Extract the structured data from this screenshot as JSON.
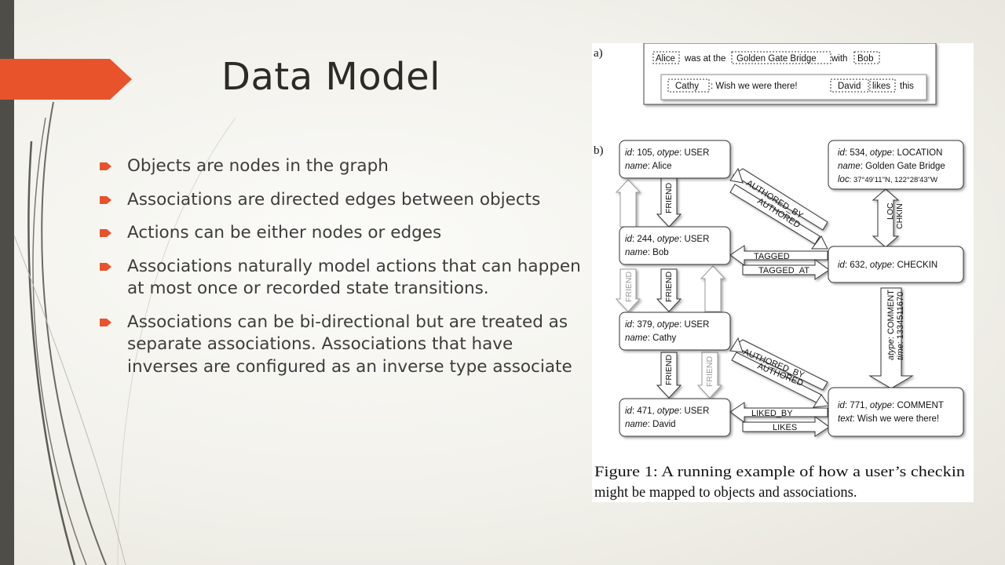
{
  "slide": {
    "title": "Data Model",
    "bullets": [
      "Objects are nodes in the graph",
      "Associations are directed edges between objects",
      "Actions can be either nodes or edges",
      "Associations naturally model actions that can happen at most once or recorded state transitions.",
      "Associations can be bi-directional but are treated as separate associations. Associations that have inverses are configured as an inverse type associate"
    ],
    "colors": {
      "accent": "#e8532b",
      "left_bar": "#4e4d47"
    }
  },
  "figure": {
    "label_a": "a)",
    "label_b": "b)",
    "part_a": {
      "line1": [
        "Alice",
        "was at the",
        "Golden Gate Bridge",
        "with",
        "Bob"
      ],
      "line2": [
        "Cathy",
        ": Wish we were there!",
        "David",
        "likes",
        "this"
      ]
    },
    "nodes": {
      "alice": {
        "l1": [
          "id",
          ": 105, ",
          "otype",
          ": USER"
        ],
        "l2": [
          "name",
          ": Alice"
        ]
      },
      "bob": {
        "l1": [
          "id",
          ": 244, ",
          "otype",
          ": USER"
        ],
        "l2": [
          "name",
          ": Bob"
        ]
      },
      "cathy": {
        "l1": [
          "id",
          ": 379, ",
          "otype",
          ": USER"
        ],
        "l2": [
          "name",
          ": Cathy"
        ]
      },
      "david": {
        "l1": [
          "id",
          ": 471, ",
          "otype",
          ": USER"
        ],
        "l2": [
          "name",
          ": David"
        ]
      },
      "location": {
        "l1": [
          "id",
          ": 534, ",
          "otype",
          ": LOCATION"
        ],
        "l2": [
          "name",
          ": Golden Gate Bridge"
        ],
        "l3": [
          "loc",
          ": 37°49'11\"N, 122°28'43\"W"
        ]
      },
      "checkin": {
        "l1": [
          "id",
          ": 632, ",
          "otype",
          ": CHECKIN"
        ]
      },
      "comment": {
        "l1": [
          "id",
          ": 771, ",
          "otype",
          ": COMMENT"
        ],
        "l2": [
          "text",
          ": Wish we were there!"
        ]
      }
    },
    "edges": {
      "friend": "FRIEND",
      "authored_by": "AUTHORED_BY",
      "authored": "AUTHORED",
      "tagged": "TAGGED",
      "tagged_at": "TAGGED_AT",
      "loc": "LOC",
      "chkin": "CHKIN",
      "liked_by": "LIKED_BY",
      "likes": "LIKES",
      "comment_atype": "atype",
      "comment_atype_value": ": COMMENT",
      "comment_time": "time",
      "comment_time_value": ": 1334511670"
    },
    "caption": [
      "Figure 1:  A running example of how a user’s checkin",
      "might be mapped to objects and associations."
    ]
  }
}
